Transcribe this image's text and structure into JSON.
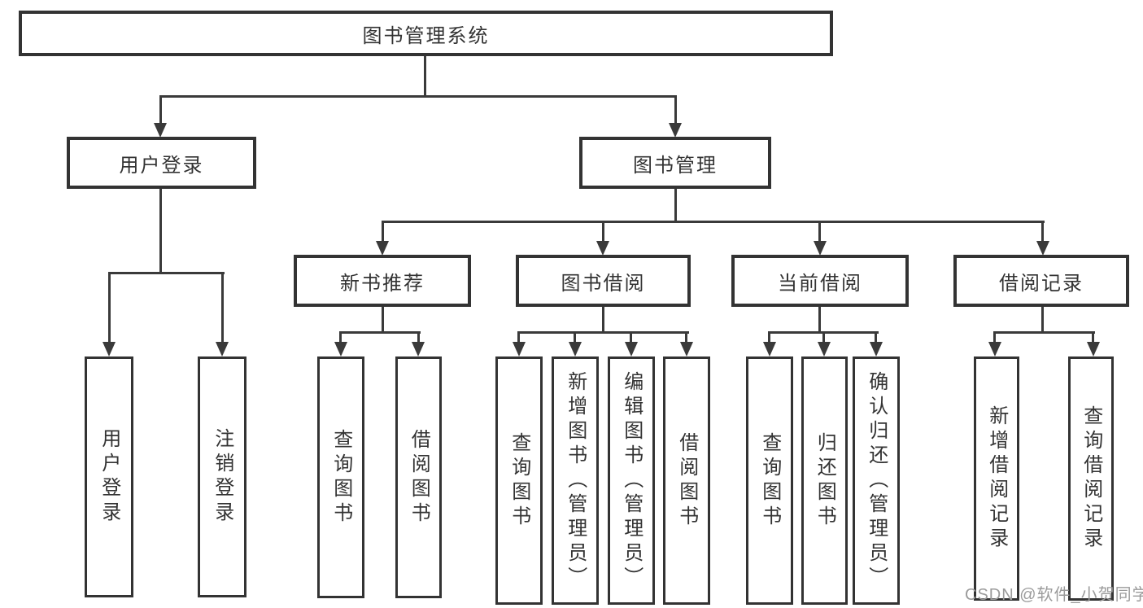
{
  "colors": {
    "line": "#3a3a3a",
    "box_border": "#333333",
    "text": "#333333",
    "watermark": "#9b9b9b",
    "background": "#ffffff"
  },
  "tree": {
    "root": {
      "label": "图书管理系统"
    },
    "branches": [
      {
        "label": "用户登录",
        "leaves": [
          "用户登录",
          "注销登录"
        ]
      },
      {
        "label": "图书管理",
        "sections": [
          {
            "label": "新书推荐",
            "leaves": [
              "查询图书",
              "借阅图书"
            ]
          },
          {
            "label": "图书借阅",
            "leaves": [
              "查询图书",
              "新增图书（管理员）",
              "编辑图书（管理员）",
              "借阅图书"
            ]
          },
          {
            "label": "当前借阅",
            "leaves": [
              "查询图书",
              "归还图书",
              "确认归还（管理员）"
            ]
          },
          {
            "label": "借阅记录",
            "leaves": [
              "新增借阅记录",
              "查询借阅记录"
            ]
          }
        ]
      }
    ]
  },
  "watermark": {
    "text": "CSDN @软件_小贺同学"
  }
}
